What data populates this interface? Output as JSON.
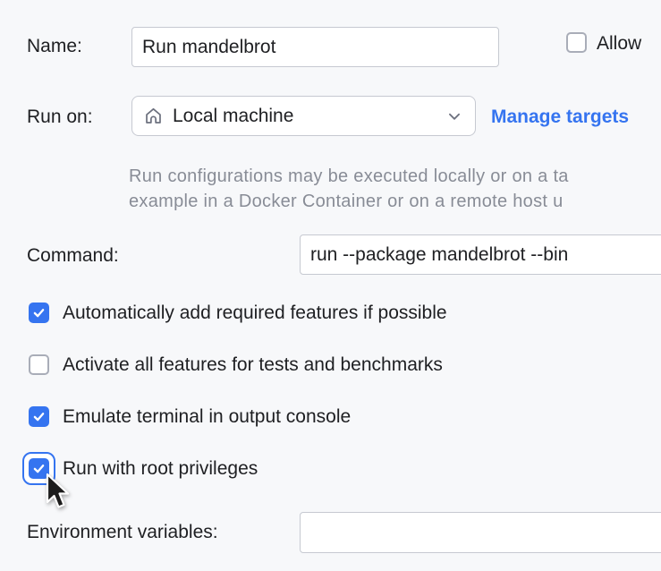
{
  "colors": {
    "background": "#F7F8FA",
    "accent_blue": "#3574F0",
    "link_blue": "#3574F0",
    "help_gray": "#888C96",
    "input_border": "#C6C9D1",
    "text": "#1E1F22"
  },
  "name_row": {
    "label": "Name:",
    "value": "Run mandelbrot"
  },
  "allow_checkbox": {
    "label": "Allow",
    "checked": false
  },
  "run_on_row": {
    "label": "Run on:",
    "selected_value": "Local machine",
    "icon": "home-icon",
    "link_label": "Manage targets"
  },
  "help_text": {
    "line1": "Run configurations may be executed locally or on a ta",
    "line2": "example in a Docker Container or on a remote host u"
  },
  "command_row": {
    "label": "Command:",
    "value": "run --package mandelbrot --bin"
  },
  "options": [
    {
      "label": "Automatically add required features if possible",
      "checked": true,
      "focused": false
    },
    {
      "label": "Activate all features for tests and benchmarks",
      "checked": false,
      "focused": false
    },
    {
      "label": "Emulate terminal in output console",
      "checked": true,
      "focused": false
    },
    {
      "label": "Run with root privileges",
      "checked": true,
      "focused": true
    }
  ],
  "env_row": {
    "label": "Environment variables:",
    "value": ""
  }
}
